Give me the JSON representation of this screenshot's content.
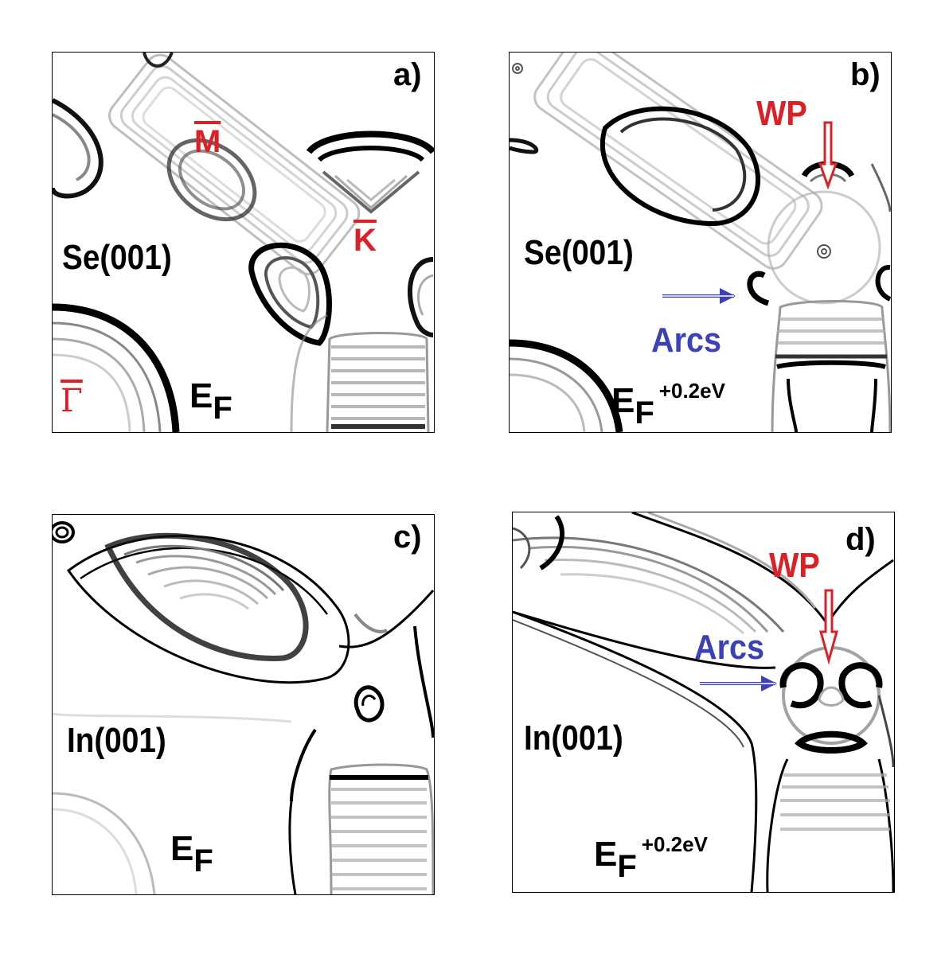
{
  "panels": {
    "a": {
      "label": "a)",
      "surface": "Se(001)",
      "energy": {
        "main": "E",
        "sub": "F"
      },
      "points": {
        "gamma": "Γ",
        "m": "M",
        "k": "K"
      }
    },
    "b": {
      "label": "b)",
      "surface": "Se(001)",
      "energy": {
        "main": "E",
        "sub": "F",
        "shift": "+0.2eV"
      },
      "annotations": {
        "wp": "WP",
        "arcs": "Arcs"
      }
    },
    "c": {
      "label": "c)",
      "surface": "In(001)",
      "energy": {
        "main": "E",
        "sub": "F"
      }
    },
    "d": {
      "label": "d)",
      "surface": "In(001)",
      "energy": {
        "main": "E",
        "sub": "F",
        "shift": "+0.2eV"
      },
      "annotations": {
        "wp": "WP",
        "arcs": "Arcs"
      }
    }
  },
  "colors": {
    "label": "#000000",
    "high_symmetry": "#dd1f26",
    "arcs": "#3b41b9",
    "wp": "#dd1f26"
  }
}
